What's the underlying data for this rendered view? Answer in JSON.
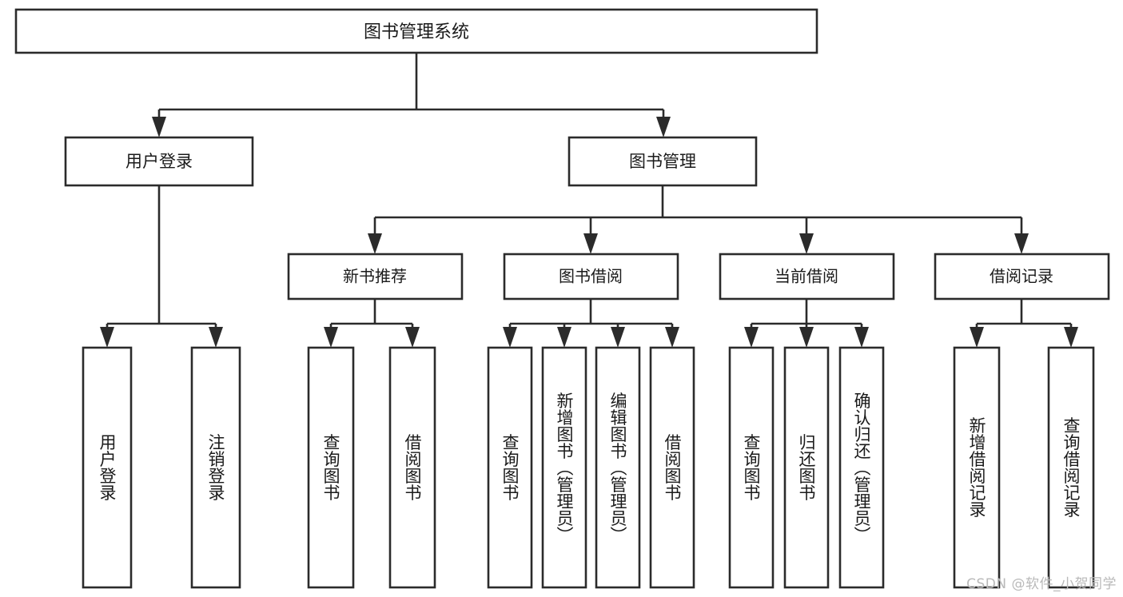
{
  "diagram": {
    "title": "图书管理系统",
    "type": "tree",
    "watermark": "CSDN @软件_小贺同学",
    "colors": {
      "box_stroke": "#2b2b2b",
      "box_fill": "#ffffff",
      "text": "#1a1a1a",
      "connector": "#2b2b2b",
      "watermark": "#b9b9b9",
      "background": "#ffffff"
    },
    "root": {
      "label": "图书管理系统"
    },
    "level2": [
      {
        "label": "用户登录"
      },
      {
        "label": "图书管理"
      }
    ],
    "level3": [
      {
        "label": "新书推荐"
      },
      {
        "label": "图书借阅"
      },
      {
        "label": "当前借阅"
      },
      {
        "label": "借阅记录"
      }
    ],
    "leaves": {
      "user_login": [
        {
          "label": "用户登录"
        },
        {
          "label": "注销登录"
        }
      ],
      "new_book_recommend": [
        {
          "label": "查询图书"
        },
        {
          "label": "借阅图书"
        }
      ],
      "book_borrow": [
        {
          "label": "查询图书"
        },
        {
          "label": "新增图书（管理员）"
        },
        {
          "label": "编辑图书（管理员）"
        },
        {
          "label": "借阅图书"
        }
      ],
      "current_borrow": [
        {
          "label": "查询图书"
        },
        {
          "label": "归还图书"
        },
        {
          "label": "确认归还（管理员）"
        }
      ],
      "borrow_record": [
        {
          "label": "新增借阅记录"
        },
        {
          "label": "查询借阅记录"
        }
      ]
    }
  }
}
